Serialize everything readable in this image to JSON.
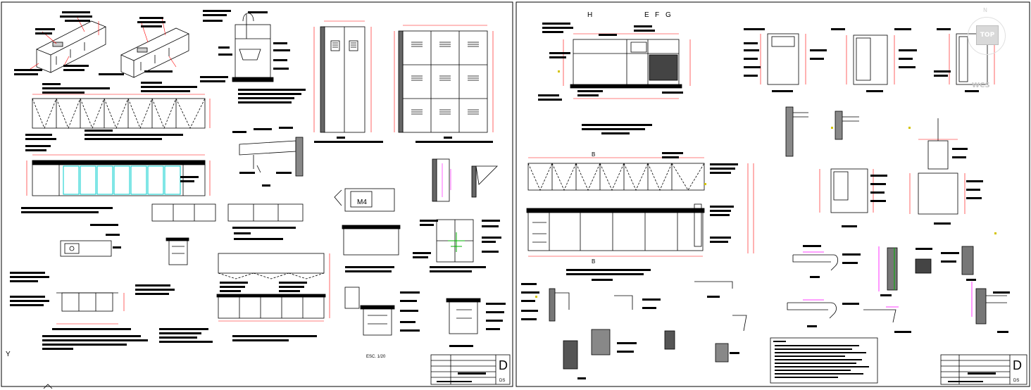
{
  "sheets": [
    {
      "id": "left",
      "labels": {
        "elev_m4": "M4",
        "detail_scale": "ESC. 1/20",
        "axis_mark": "Y"
      },
      "title_block": {
        "letter": "D",
        "sub": "DS"
      }
    },
    {
      "id": "right",
      "labels": {
        "axes": [
          "H",
          "E",
          "F",
          "G"
        ],
        "b_upper": "B",
        "b_lower": "B"
      },
      "title_block": {
        "letter": "D",
        "sub": "DS"
      }
    }
  ],
  "viewcube": {
    "face": "TOP",
    "wcs": "WCS",
    "north": "N"
  },
  "colors": {
    "line": "#000000",
    "dim": "#ff0000",
    "accent": "#ff00ff",
    "highlight": "#00cccc",
    "note": "#d4c400",
    "green": "#00b000"
  }
}
